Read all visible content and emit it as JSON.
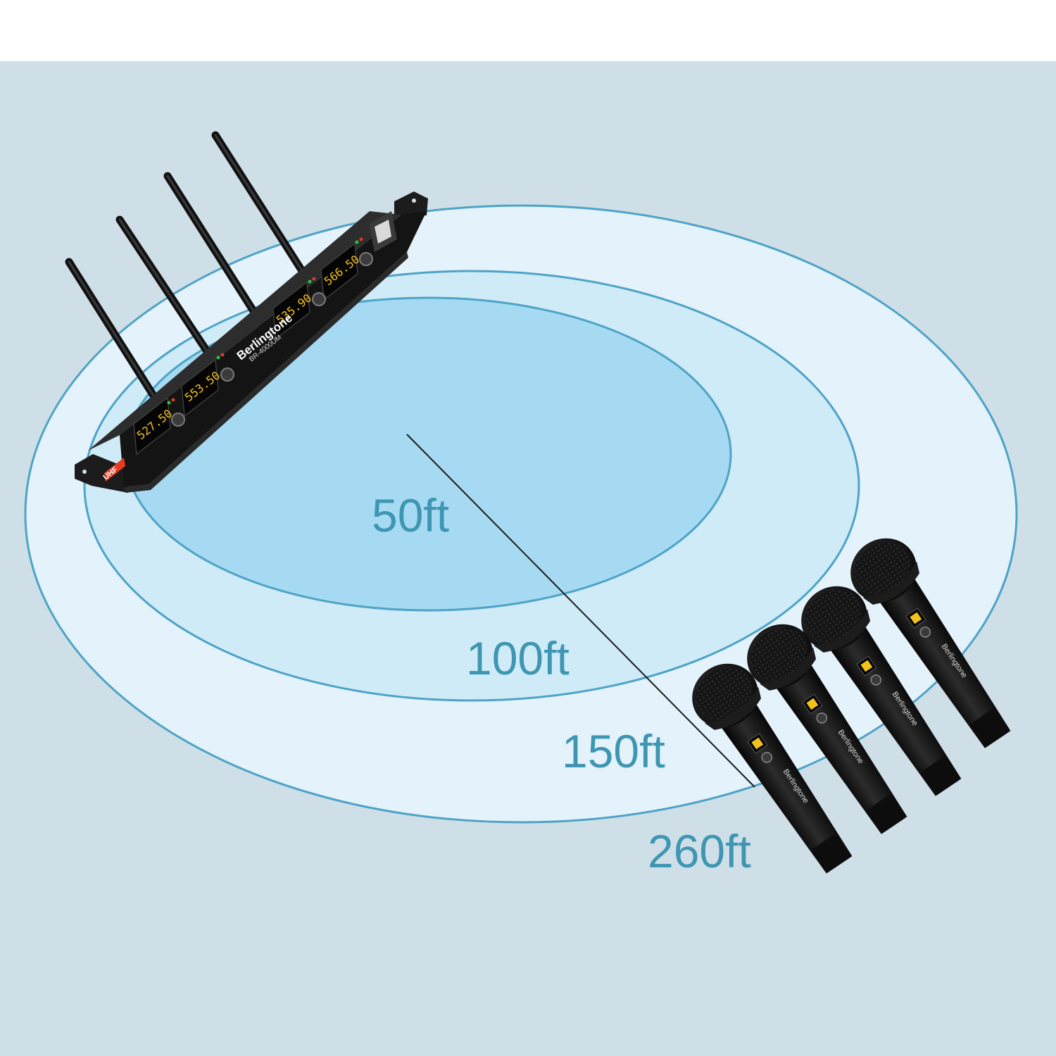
{
  "colors": {
    "page_top": "#ffffff",
    "floor": "#cfdfe7",
    "ring_outer": "#e4f3fb",
    "ring_middle": "#cfebf8",
    "ring_inner": "#a6daf2",
    "ring_stroke": "#4ea3c6",
    "label": "#3e96b2"
  },
  "ranges": [
    {
      "label": "50ft"
    },
    {
      "label": "100ft"
    },
    {
      "label": "150ft"
    },
    {
      "label": "260ft"
    }
  ],
  "receiver": {
    "brand": "Berlingtone",
    "model": "BR-4000UM",
    "badge": "UHF",
    "channels": [
      {
        "freq": "527.50"
      },
      {
        "freq": "553.50"
      },
      {
        "freq": "535.90"
      },
      {
        "freq": "566.50"
      }
    ]
  },
  "microphones": [
    {
      "brand": "Berlingtone"
    },
    {
      "brand": "Berlingtone"
    },
    {
      "brand": "Berlingtone"
    },
    {
      "brand": "Berlingtone"
    }
  ]
}
